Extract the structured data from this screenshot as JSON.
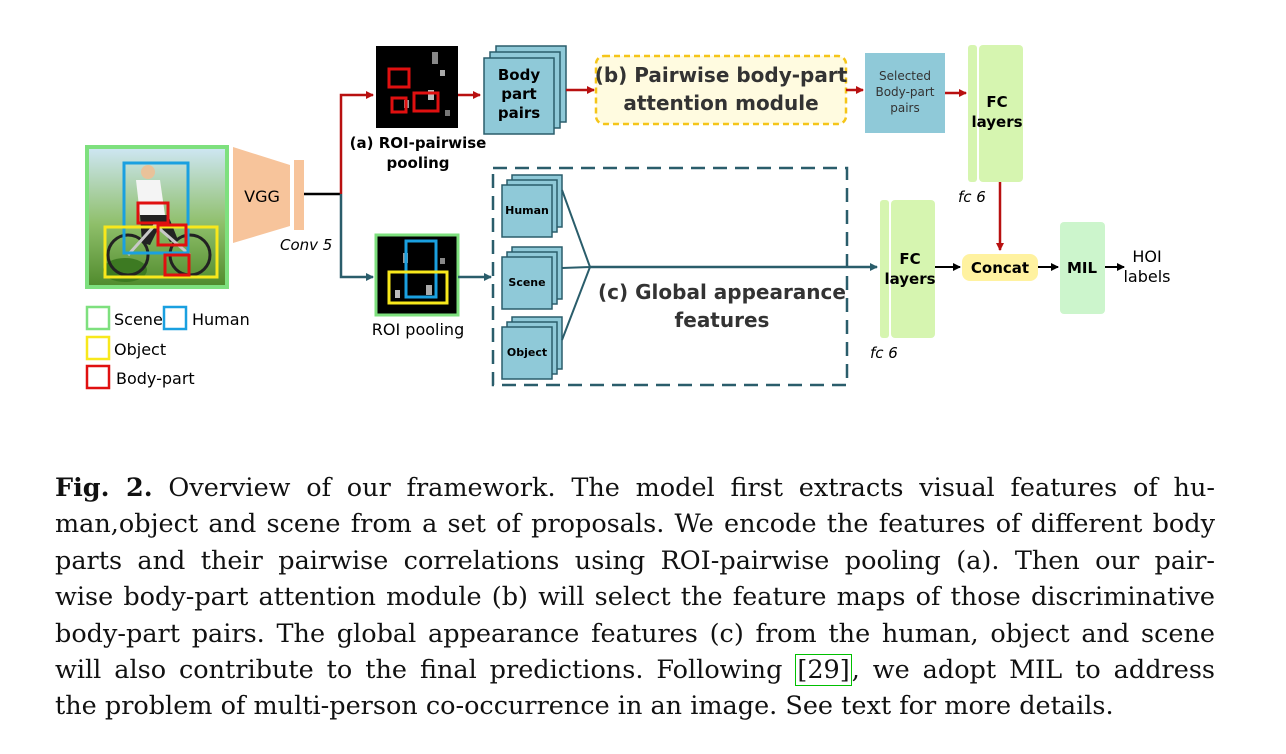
{
  "diagram": {
    "legend": {
      "scene": "Scene",
      "human": "Human",
      "object": "Object",
      "body_part": "Body-part"
    },
    "backbone": {
      "vgg": "VGG",
      "conv5": "Conv 5"
    },
    "branch_a": {
      "label_line1": "(a) ROI-pairwise",
      "label_line2": "pooling",
      "pairs_line1": "Body",
      "pairs_line2": "part",
      "pairs_line3": "pairs"
    },
    "branch_b": {
      "label_line1": "(b) Pairwise body-part",
      "label_line2": "attention module",
      "selected_line1": "Selected",
      "selected_line2": "Body-part",
      "selected_line3": "pairs",
      "fc_line1": "FC",
      "fc_line2": "layers",
      "fc6": "fc 6"
    },
    "branch_c": {
      "roi_pooling": "ROI pooling",
      "human": "Human",
      "scene": "Scene",
      "object": "Object",
      "label_line1": "(c) Global appearance",
      "label_line2": "features",
      "fc_line1": "FC",
      "fc_line2": "layers",
      "fc6": "fc 6"
    },
    "head": {
      "concat": "Concat",
      "mil": "MIL",
      "hoi_line1": "HOI",
      "hoi_line2": "labels"
    },
    "colors": {
      "scene": "#7ee07e",
      "human": "#1aa0e0",
      "object": "#f8e81c",
      "body_part": "#e01010",
      "feature_box": "#8fc9d8",
      "fc": "#d6f5b0",
      "concat": "#fff2a0",
      "mil": "#ccf5cc",
      "vgg": "#f7c49b",
      "arrow_red": "#b81010",
      "arrow_teal": "#2a5d6b"
    }
  },
  "caption": {
    "fig_label": "Fig. 2.",
    "line1": "Overview of our framework. The model first extracts visual features of hu-",
    "line2": "man,object and scene from a set of proposals. We encode the features of different body",
    "line3": "parts and their pairwise correlations using ROI-pairwise pooling (a). Then our pair-",
    "line4": "wise body-part attention module (b) will select the feature maps of those discriminative",
    "line5": "body-part pairs. The global appearance features (c) from the human, object and scene",
    "line6_before": "will also contribute to the final predictions. Following",
    "line6_cite": "[29]",
    "line6_after": ", we adopt MIL to address",
    "line7": "the problem of multi-person co-occurrence in an image. See text for more details."
  }
}
